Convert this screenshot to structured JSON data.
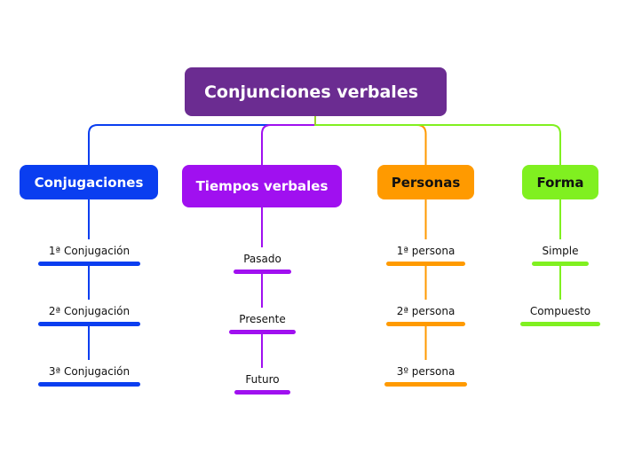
{
  "diagram": {
    "root": {
      "label": "Conjunciones verbales",
      "color": "#6b2c91"
    },
    "branches": [
      {
        "label": "Conjugaciones",
        "color": "#0a3ef0",
        "text_color": "#ffffff",
        "items": [
          "1ª Conjugación",
          "2ª Conjugación",
          "3ª Conjugación"
        ]
      },
      {
        "label": "Tiempos verbales",
        "color": "#a010f0",
        "text_color": "#ffffff",
        "items": [
          "Pasado",
          "Presente",
          "Futuro"
        ]
      },
      {
        "label": "Personas",
        "color": "#ff9a00",
        "text_color": "#111111",
        "items": [
          "1ª persona",
          "2ª persona",
          "3º  persona"
        ]
      },
      {
        "label": "Forma",
        "color": "#80f020",
        "text_color": "#111111",
        "items": [
          "Simple",
          "Compuesto"
        ]
      }
    ]
  }
}
